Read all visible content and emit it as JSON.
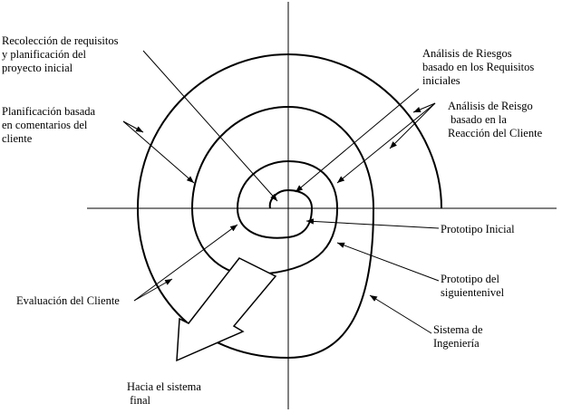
{
  "labels": {
    "recoleccion": "Recolección de requisitos\ny planificación del\nproyecto inicial",
    "analisis_iniciales": "Análisis de Riesgos\nbasado en los Requisitos\niniciales",
    "planificacion": "Planificación basada\nen comentarios del\ncliente",
    "analisis_reaccion": "Análisis de Reisgo\n basado en la\nReacción del Cliente",
    "prototipo_inicial": "Prototipo Inicial",
    "prototipo_siguiente": "Prototipo del\nsiguientenivel",
    "evaluacion": "Evaluación del Cliente",
    "sistema": "Sistema de\nIngeniería",
    "hacia": "Hacia el sistema\n final"
  }
}
